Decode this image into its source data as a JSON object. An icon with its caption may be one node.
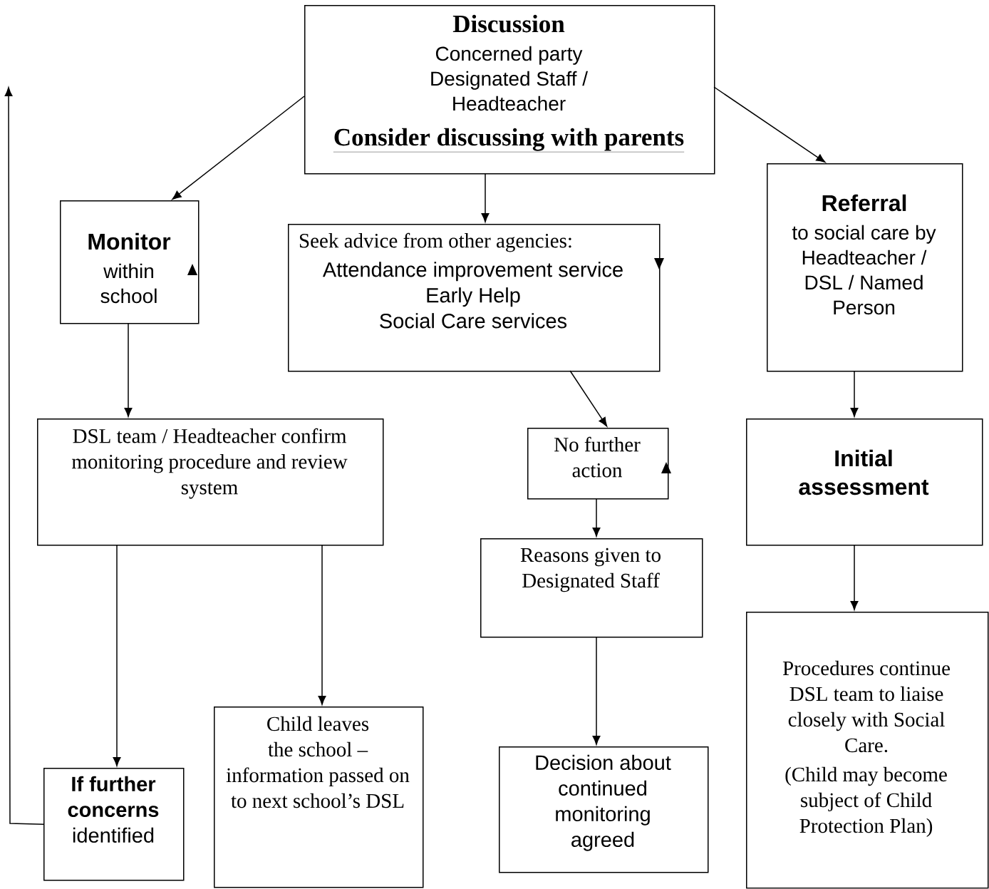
{
  "diagram": {
    "nodes": [
      {
        "text": [
          "Discussion",
          "Concerned party Designated Staff / Headteacher",
          "Consider discussing with parents"
        ]
      },
      {
        "text": [
          "Monitor",
          "within school"
        ]
      },
      {
        "text": [
          "Seek advice from other agencies:",
          "Attendance improvement service Early Help Social Care services"
        ]
      },
      {
        "text": [
          "Referral",
          "to social care by Headteacher / DSL / Named Person"
        ]
      },
      {
        "text": [
          "DSL team / Headteacher confirm monitoring procedure and review system"
        ]
      },
      {
        "text": [
          "No further action"
        ]
      },
      {
        "text": [
          "Initial assessment"
        ]
      },
      {
        "text": [
          "Reasons given to Designated Staff"
        ]
      },
      {
        "text": [
          "**If further concerns** identified"
        ]
      },
      {
        "text": [
          "Child leaves the school – information passed on to next school’s DSL"
        ]
      },
      {
        "text": [
          "Decision about continued monitoring agreed"
        ]
      },
      {
        "text": [
          "Procedures continue DSL team to liaise closely with Social Care.",
          "(Child may become subject of Child Protection Plan)"
        ]
      }
    ],
    "edges": [
      {
        "from": 0,
        "to": 1,
        "arrow": "to"
      },
      {
        "from": 0,
        "to": 2,
        "arrow": "to"
      },
      {
        "from": 0,
        "to": 3,
        "arrow": "to"
      },
      {
        "from": 1,
        "to": 4,
        "arrow": "to"
      },
      {
        "from": 2,
        "to": 5,
        "arrow": "to"
      },
      {
        "from": 3,
        "to": 6,
        "arrow": "to"
      },
      {
        "from": 4,
        "to": 8,
        "arrow": "to"
      },
      {
        "from": 4,
        "to": 9,
        "arrow": "to"
      },
      {
        "from": 5,
        "to": 7,
        "arrow": "to"
      },
      {
        "from": 7,
        "to": 10,
        "arrow": "to"
      },
      {
        "from": 6,
        "to": 11,
        "arrow": "to"
      },
      {
        "from": 8,
        "to": null,
        "arrow": "to"
      }
    ]
  }
}
